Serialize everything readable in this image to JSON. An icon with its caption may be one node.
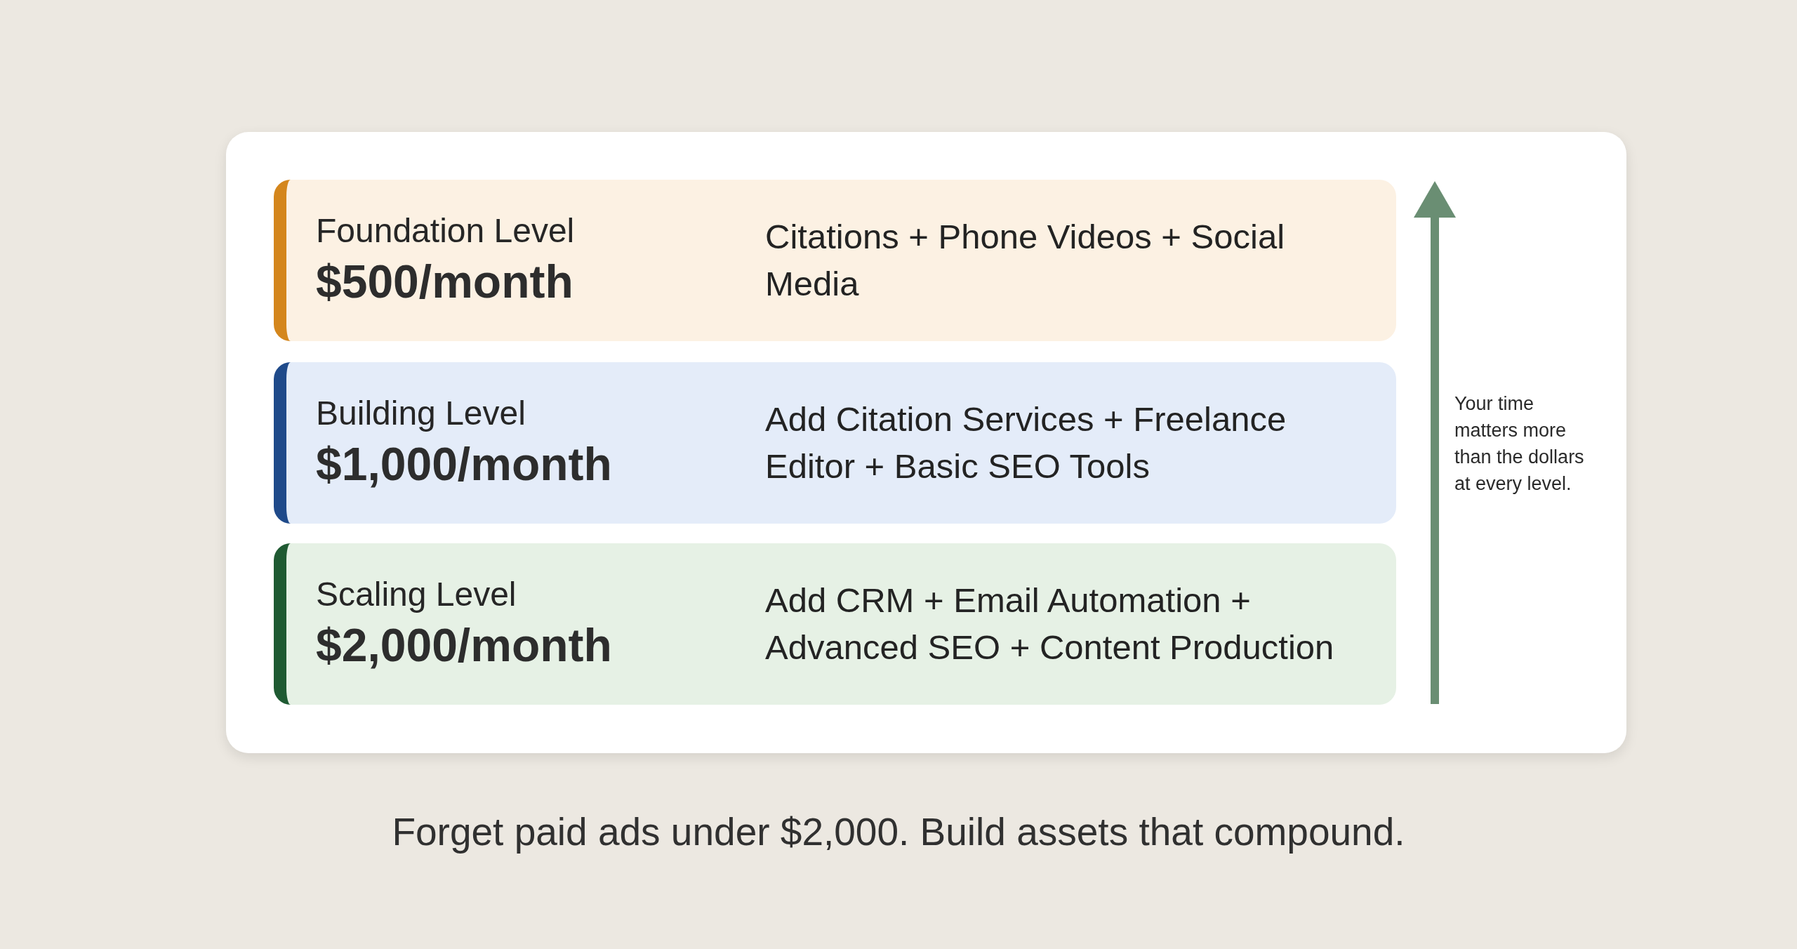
{
  "diagram": {
    "caption": "Forget paid ads under $2,000. Build assets that compound.",
    "nodes": [
      {
        "text": [
          "Foundation Level",
          "$500/month",
          "Citations + Phone Videos + Social Media"
        ]
      },
      {
        "text": [
          "Building Level",
          "$1,000/month",
          "Add Citation Services + Freelance Editor + Basic SEO Tools"
        ]
      },
      {
        "text": [
          "Scaling Level",
          "$2,000/month",
          "Add CRM + Email Automation + Advanced SEO + Content Production"
        ]
      }
    ],
    "labels": [
      "Your time matters more than the dollars at every level."
    ]
  }
}
